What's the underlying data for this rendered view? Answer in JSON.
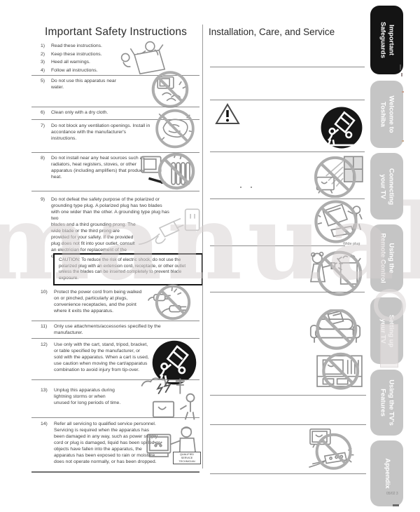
{
  "page": {
    "watermark_text": "manual",
    "footer_code": "05/02 3"
  },
  "left_column": {
    "title": "Important Safety Instructions",
    "items": [
      {
        "num": "1)",
        "text": "Read these instructions."
      },
      {
        "num": "2)",
        "text": "Keep these instructions."
      },
      {
        "num": "3)",
        "text": "Heed all warnings."
      },
      {
        "num": "4)",
        "text": "Follow all instructions."
      },
      {
        "num": "5)",
        "text": "Do not use this apparatus near water."
      },
      {
        "num": "6)",
        "text": "Clean only with a dry cloth."
      },
      {
        "num": "7)",
        "text": "Do not block any ventilation openings. Install in accordance with the manufacturer's instructions."
      },
      {
        "num": "8)",
        "text": "Do not install near any heat sources such as radiators, heat registers, stoves, or other apparatus (including amplifiers) that produce heat."
      },
      {
        "num": "9)",
        "text_a": "Do not defeat the safety purpose of the polarized or grounding type plug. A polarized plug has two blades with one wider than the other. A grounding type plug has two",
        "text_b": "blades and a third grounding prong. The wide blade or the third prong are provided for your safety. If the provided plug does not fit into your outlet, consult an electrician for replacement of the obsolete outlet."
      },
      {
        "num": "10)",
        "text": "Protect the power cord from being walked on or pinched, particularly at plugs, convenience receptacles, and the point where it exits the apparatus."
      },
      {
        "num": "11)",
        "text": "Only use attachments/accessories specified by the manufacturer."
      },
      {
        "num": "12)",
        "text": "Use only with the cart, stand, tripod, bracket, or table specified by the manufacturer, or sold with the apparatus. When a cart is used, use caution when moving the cart/apparatus combination to avoid injury from tip-over."
      },
      {
        "num": "13)",
        "text": "Unplug this apparatus during lightning storms or when unused for long periods of time."
      },
      {
        "num": "14)",
        "text_a": "Refer all servicing to qualified service personnel.",
        "text_b": "Servicing is required when the apparatus has been damaged in any way, such as power supply cord or plug is damaged, liquid has been spilled or objects have fallen into the apparatus, the apparatus has been exposed to rain or moisture, does not operate normally, or has been dropped."
      }
    ],
    "caution_text": "CAUTION: To reduce the risk of electric shock, do not use the polarized plug with an extension cord, receptacle, or other outlet unless the blades can be inserted completely to prevent blade exposure.",
    "technician_badge": "QUALIFIED\nSERVICE\nTECHNICIAN"
  },
  "right_column": {
    "title": "Installation, Care, and Service",
    "wide_plug_label": "Wide plug"
  },
  "sidebar": {
    "active_color": "#141414",
    "inactive_color": "#c5c5c5",
    "tabs": [
      {
        "label": "Important\nSafeguards",
        "active": true
      },
      {
        "label": "Welcome to\nToshiba",
        "active": false
      },
      {
        "label": "Connecting\nyour TV",
        "active": false
      },
      {
        "label": "Using the\nRemote Control",
        "active": false
      },
      {
        "label": "Setting up\nyour TV",
        "active": false
      },
      {
        "label": "Using the TV's\nFeatures",
        "active": false
      },
      {
        "label": "Appendix",
        "active": false
      }
    ]
  },
  "icons": {
    "left": [
      "family-reading-instructions-illustration",
      "no-water-icon",
      "no-cloth-vent-icon",
      "no-heat-sources-icon",
      "polarized-plug-illustration",
      "no-pinched-cord-icon",
      "no-cart-tip-over-icon",
      "lightning-unplug-illustration",
      "qualified-service-illustration"
    ],
    "right": [
      "warning-triangle-icon",
      "no-cart-tip-over-icon",
      "no-direct-sunlight-icon",
      "no-tip-over-icon",
      "no-liquids-near-tv-icon",
      "no-soft-surface-icon",
      "no-enclosed-space-icon",
      "no-outlet-overload-icon"
    ]
  }
}
